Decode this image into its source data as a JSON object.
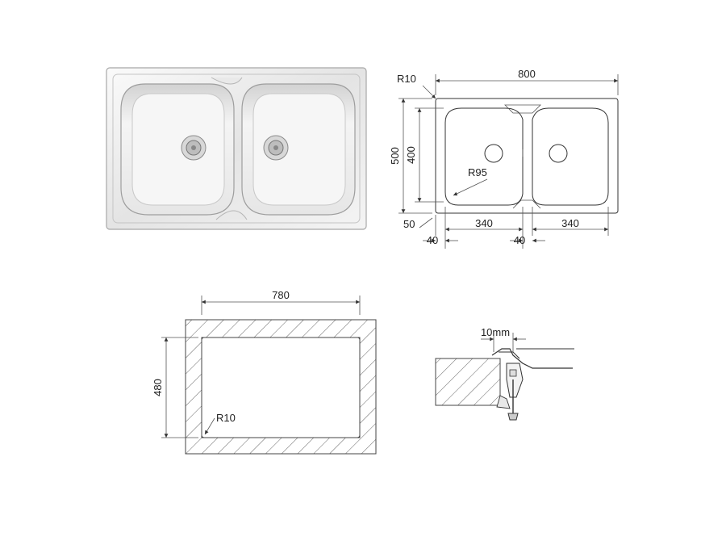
{
  "top_view": {
    "width_label": "800",
    "height_label": "500",
    "inner_height_label": "400",
    "corner_radius_label": "R10",
    "bowl_radius_label": "R95",
    "bottom_left_offset_label": "50",
    "bowl_width_left_label": "340",
    "bowl_width_right_label": "340",
    "edge_offset_left_label": "40",
    "edge_offset_mid_label": "40"
  },
  "cutout": {
    "width_label": "780",
    "height_label": "480",
    "corner_radius_label": "R10"
  },
  "mounting_detail": {
    "gap_label": "10mm"
  },
  "colors": {
    "steel_light": "#f2f2f2",
    "steel_mid": "#d6d6d6",
    "steel_dark": "#9a9a9a",
    "line": "#333333"
  }
}
